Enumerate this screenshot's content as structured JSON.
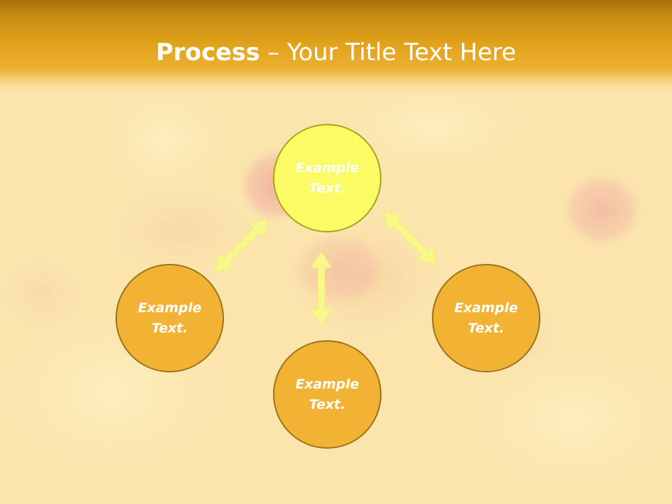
{
  "title": {
    "bold": "Process",
    "rest": " – Your Title Text Here"
  },
  "nodes": {
    "center": "Example\nText.",
    "left": "Example\nText.",
    "bottom": "Example\nText.",
    "right": "Example\nText."
  },
  "colors": {
    "header": "#e2a31c",
    "center_node": "#fbfb66",
    "outer_node": "#f2b233",
    "arrow": "#f8f88a",
    "background": "#fbe7b2"
  },
  "icons": {
    "connectors": "double-headed-arrow"
  }
}
